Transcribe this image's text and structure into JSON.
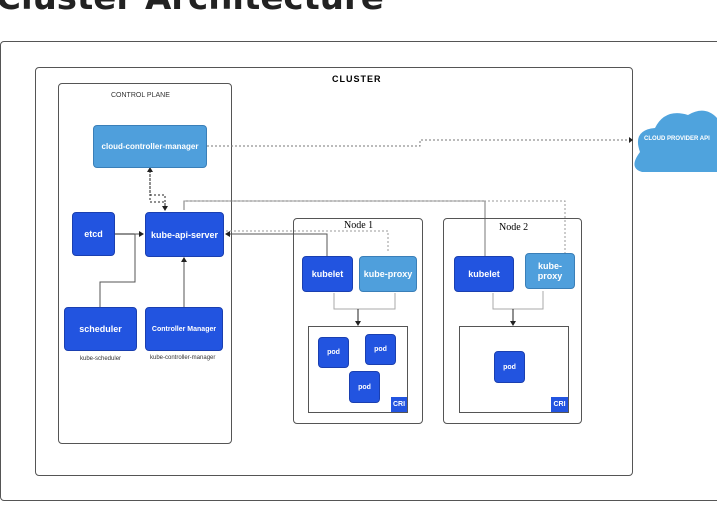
{
  "heading": "Cluster Architecture",
  "diagram": {
    "cluster": "CLUSTER",
    "control_plane": "CONTROL PLANE",
    "ccm": "cloud-controller-manager",
    "etcd": "etcd",
    "api": "kube-api-server",
    "scheduler": "scheduler",
    "scheduler_sub": "kube-scheduler",
    "cm": "Controller Manager",
    "cm_sub": "kube-controller-manager",
    "cloud": "CLOUD PROVIDER API",
    "node1": {
      "title": "Node 1",
      "kubelet": "kubelet",
      "proxy": "kube-proxy",
      "pods": [
        "pod",
        "pod",
        "pod"
      ],
      "cri": "CRI"
    },
    "node2": {
      "title": "Node 2",
      "kubelet": "kubelet",
      "proxy": "kube-proxy",
      "pods": [
        "pod"
      ],
      "cri": "CRI"
    },
    "colors": {
      "dark_blue": "#2254e0",
      "light_blue": "#4f9fdc"
    }
  }
}
